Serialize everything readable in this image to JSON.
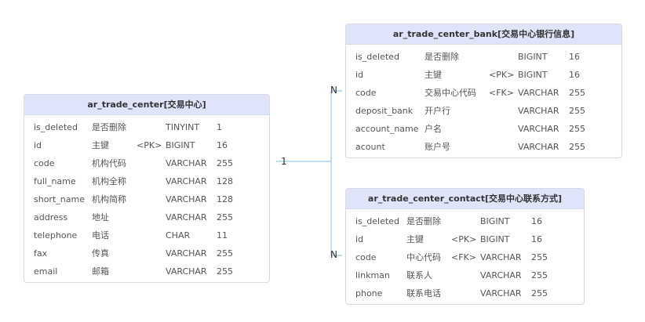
{
  "entities": [
    {
      "key": "center",
      "name": "ar_trade_center[交易中心]",
      "rows": [
        [
          "is_deleted",
          "是否删除",
          "",
          "TINYINT",
          "1"
        ],
        [
          "id",
          "主键",
          "<PK>",
          "BIGINT",
          "16"
        ],
        [
          "code",
          "机构代码",
          "",
          "VARCHAR",
          "255"
        ],
        [
          "full_name",
          "机构全称",
          "",
          "VARCHAR",
          "128"
        ],
        [
          "short_name",
          "机构简称",
          "",
          "VARCHAR",
          "128"
        ],
        [
          "address",
          "地址",
          "",
          "VARCHAR",
          "255"
        ],
        [
          "telephone",
          "电话",
          "",
          "CHAR",
          "11"
        ],
        [
          "fax",
          "传真",
          "",
          "VARCHAR",
          "255"
        ],
        [
          "email",
          "邮箱",
          "",
          "VARCHAR",
          "255"
        ]
      ]
    },
    {
      "key": "bank",
      "name": "ar_trade_center_bank[交易中心银行信息]",
      "rows": [
        [
          "is_deleted",
          "是否删除",
          "",
          "BIGINT",
          "16"
        ],
        [
          "id",
          "主键",
          "<PK>",
          "BIGINT",
          "16"
        ],
        [
          "code",
          "交易中心代码",
          "<FK>",
          "VARCHAR",
          "255"
        ],
        [
          "deposit_bank",
          "开户行",
          "",
          "VARCHAR",
          "255"
        ],
        [
          "account_name",
          "户名",
          "",
          "VARCHAR",
          "255"
        ],
        [
          "acount",
          "账户号",
          "",
          "VARCHAR",
          "255"
        ]
      ]
    },
    {
      "key": "contact",
      "name": "ar_trade_center_contact[交易中心联系方式]",
      "rows": [
        [
          "is_deleted",
          "是否删除",
          "",
          "BIGINT",
          "16"
        ],
        [
          "id",
          "主键",
          "<PK>",
          "BIGINT",
          "16"
        ],
        [
          "code",
          "中心代码",
          "<FK>",
          "VARCHAR",
          "255"
        ],
        [
          "linkman",
          "联系人",
          "",
          "VARCHAR",
          "255"
        ],
        [
          "phone",
          "联系电话",
          "",
          "VARCHAR",
          "255"
        ]
      ]
    }
  ],
  "relationships": [
    {
      "from": "center",
      "to": "bank",
      "from_card": "1",
      "to_card": "N"
    },
    {
      "from": "center",
      "to": "contact",
      "from_card": "1",
      "to_card": "N"
    }
  ],
  "colors": {
    "header_bg": "#dfe4fb",
    "border": "#d9d9e6",
    "connector": "#a9d4ef"
  }
}
